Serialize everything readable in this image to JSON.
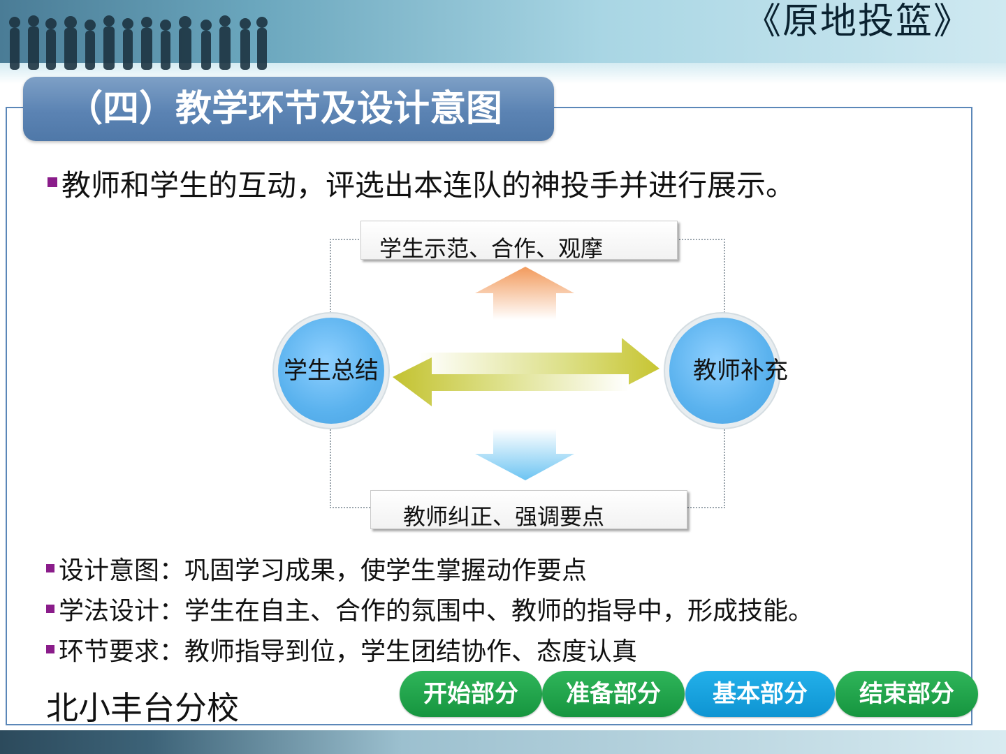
{
  "header": {
    "deck_title": "《原地投篮》"
  },
  "section": {
    "title": "（四）教学环节及设计意图"
  },
  "main_point": "教师和学生的互动，评选出本连队的神投手并进行展示。",
  "diagram": {
    "top_box": "学生示范、合作、观摩",
    "bottom_box": "教师纠正、强调要点",
    "left_circle": "学生总结",
    "right_circle": "教师补充"
  },
  "notes": [
    "设计意图：巩固学习成果，使学生掌握动作要点",
    "学法设计：学生在自主、合作的氛围中、教师的指导中，形成技能。",
    "环节要求：教师指导到位，学生团结协作、态度认真"
  ],
  "footer": {
    "school": "北小丰台分校"
  },
  "nav": [
    {
      "label": "开始部分",
      "active": false
    },
    {
      "label": "准备部分",
      "active": false
    },
    {
      "label": "基本部分",
      "active": true
    },
    {
      "label": "结束部分",
      "active": false
    }
  ],
  "colors": {
    "tab_blue": "#5b83b3",
    "frame_border": "#5b87b8",
    "bullet_purple": "#8a1c8a",
    "circle_blue": "#5ab2ee",
    "nav_green": "#16953f",
    "nav_blue": "#0e94d2"
  }
}
